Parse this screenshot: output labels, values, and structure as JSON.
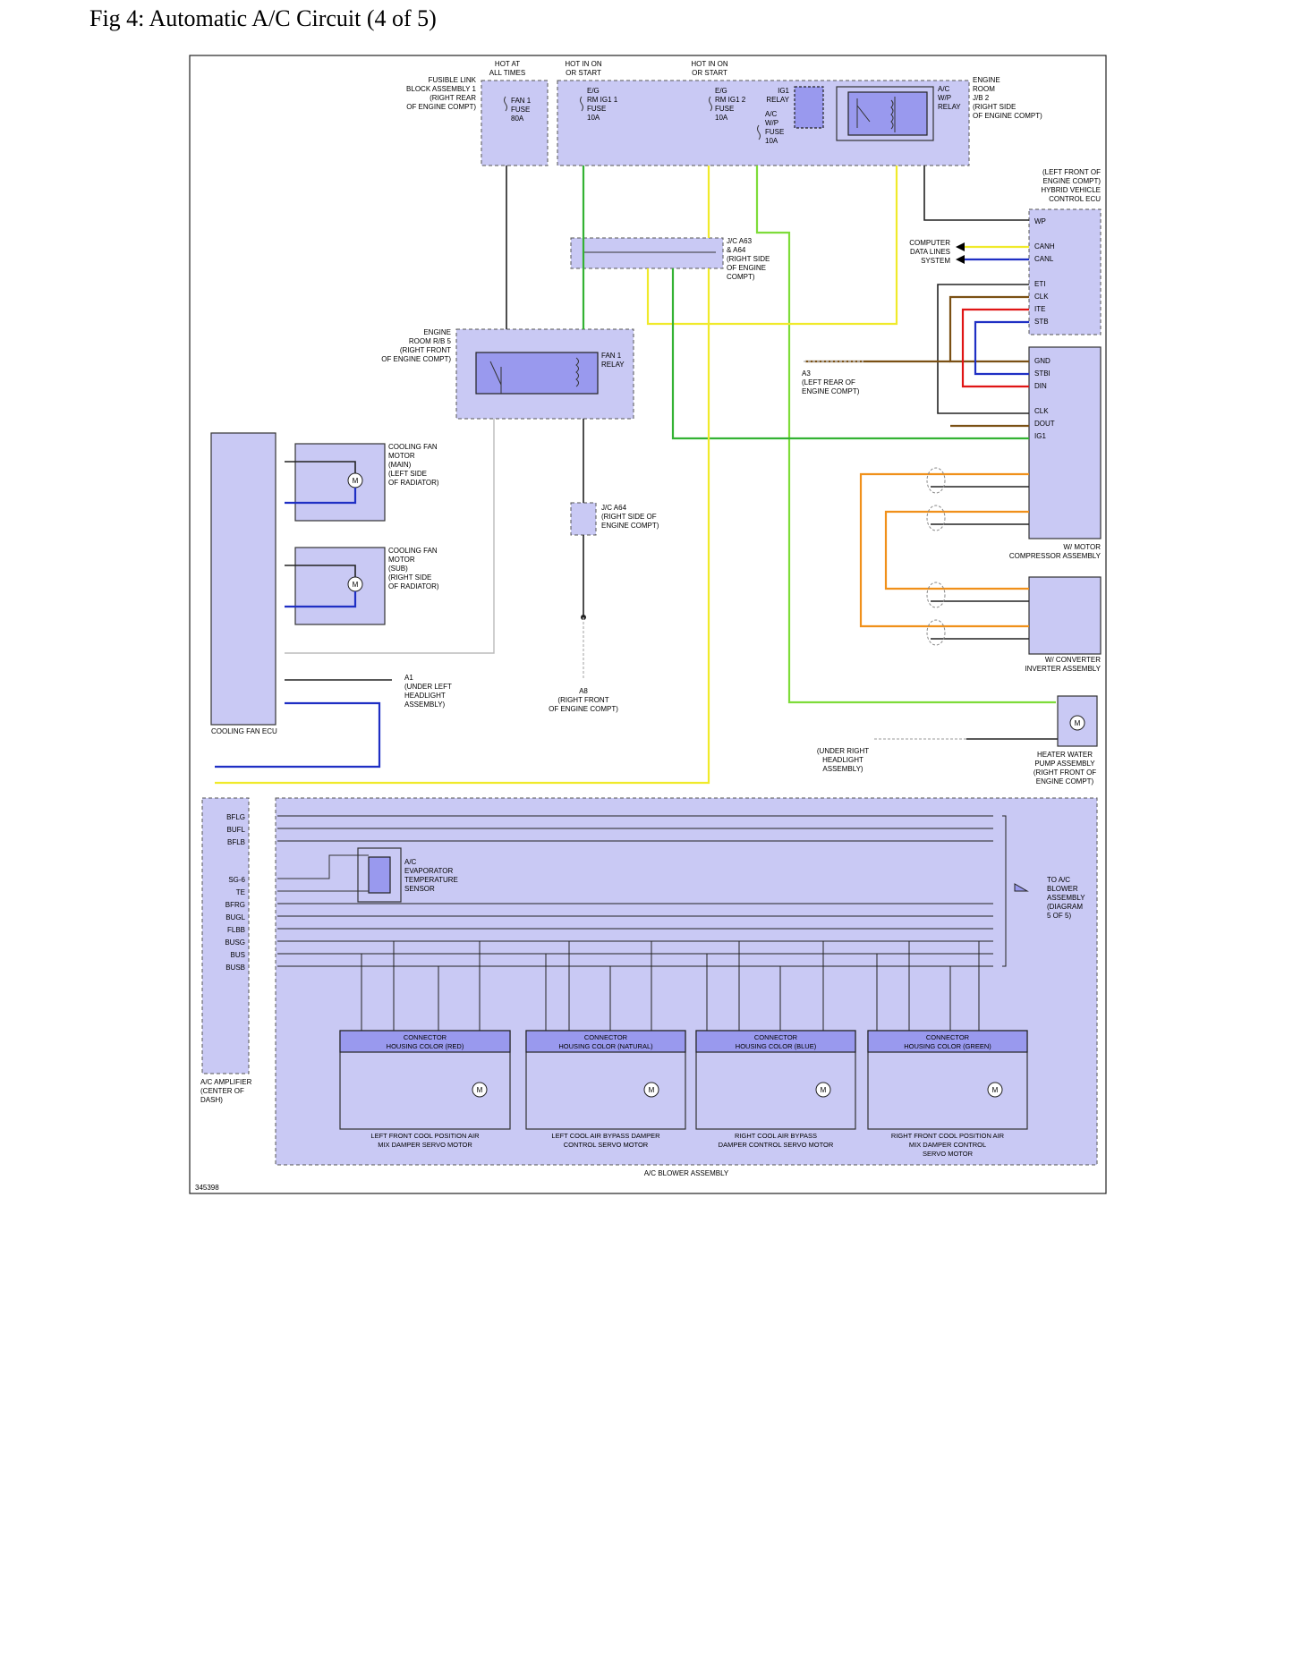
{
  "title": "Fig 4: Automatic A/C Circuit (4 of 5)",
  "diagram_id": "345398",
  "power": {
    "hot_always": [
      "HOT AT",
      "ALL TIMES"
    ],
    "hot_on_start": [
      "HOT IN ON",
      "OR START"
    ]
  },
  "fusible_link": [
    "FUSIBLE LINK",
    "BLOCK ASSEMBLY 1",
    "(RIGHT REAR",
    "OF ENGINE COMPT)"
  ],
  "fan1_fuse": [
    "FAN 1",
    "FUSE",
    "80A"
  ],
  "eg_rm_ig1_1": [
    "E/G",
    "RM IG1 1",
    "FUSE",
    "10A"
  ],
  "eg_rm_ig1_2": [
    "E/G",
    "RM IG1 2",
    "FUSE",
    "10A"
  ],
  "ac_wp_fuse": [
    "A/C",
    "W/P",
    "FUSE",
    "10A"
  ],
  "ig1_relay": [
    "IG1",
    "RELAY"
  ],
  "ac_wp_relay": [
    "A/C",
    "W/P",
    "RELAY"
  ],
  "jb2": [
    "ENGINE",
    "ROOM",
    "J/B 2",
    "(RIGHT SIDE",
    "OF ENGINE COMPT)"
  ],
  "hv_ecu": [
    "(LEFT FRONT OF",
    "ENGINE COMPT)",
    "HYBRID VEHICLE",
    "CONTROL ECU"
  ],
  "jc": [
    "J/C A63",
    "& A64",
    "(RIGHT SIDE",
    "OF ENGINE",
    "COMPT)"
  ],
  "jc_a64": [
    "J/C A64",
    "(RIGHT SIDE OF",
    "ENGINE COMPT)"
  ],
  "rb5": [
    "ENGINE",
    "ROOM R/B 5",
    "(RIGHT FRONT",
    "OF ENGINE COMPT)"
  ],
  "fan1_relay": [
    "FAN 1",
    "RELAY"
  ],
  "comp_data": [
    "COMPUTER",
    "DATA LINES",
    "SYSTEM"
  ],
  "motor_main": [
    "COOLING FAN",
    "MOTOR",
    "(MAIN)",
    "(LEFT SIDE",
    "OF RADIATOR)"
  ],
  "motor_sub": [
    "COOLING FAN",
    "MOTOR",
    "(SUB)",
    "(RIGHT SIDE",
    "OF RADIATOR)"
  ],
  "cooling_fan_ecu": "COOLING FAN ECU",
  "ground_a1": [
    "A1",
    "(UNDER LEFT",
    "HEADLIGHT",
    "ASSEMBLY)"
  ],
  "ground_a8": [
    "A8",
    "(RIGHT FRONT",
    "OF ENGINE COMPT)"
  ],
  "ground_a3": [
    "A3",
    "(LEFT REAR OF",
    "ENGINE COMPT)"
  ],
  "ground_a9": [
    "(UNDER RIGHT",
    "HEADLIGHT",
    "ASSEMBLY)"
  ],
  "compressor": [
    "W/ MOTOR",
    "COMPRESSOR ASSEMBLY"
  ],
  "inverter": [
    "W/ CONVERTER",
    "INVERTER ASSEMBLY"
  ],
  "water_pump": [
    "HEATER WATER",
    "PUMP ASSEMBLY",
    "(RIGHT FRONT OF",
    "ENGINE COMPT)"
  ],
  "ac_amp": [
    "A/C AMPLIFIER",
    "(CENTER OF",
    "DASH)"
  ],
  "evap_sensor": [
    "A/C",
    "EVAPORATOR",
    "TEMPERATURE",
    "SENSOR"
  ],
  "to_blower": [
    "TO A/C",
    "BLOWER",
    "ASSEMBLY",
    "(DIAGRAM",
    "5 OF 5)"
  ],
  "blower_assembly": "A/C BLOWER ASSEMBLY",
  "amp_pins": [
    "BFLG",
    "BUFL",
    "BFLB",
    "",
    "",
    "SG-6",
    "TE",
    "BFRG",
    "BUGL",
    "FLBB",
    "BUSG",
    "BUS",
    "BUSB"
  ],
  "servo_motors": [
    {
      "housing": [
        "CONNECTOR",
        "HOUSING COLOR (RED)"
      ],
      "name": [
        "LEFT FRONT COOL POSITION AIR",
        "MIX DAMPER SERVO MOTOR"
      ]
    },
    {
      "housing": [
        "CONNECTOR",
        "HOUSING COLOR (NATURAL)"
      ],
      "name": [
        "LEFT COOL AIR BYPASS DAMPER",
        "CONTROL SERVO MOTOR"
      ]
    },
    {
      "housing": [
        "CONNECTOR",
        "HOUSING COLOR (BLUE)"
      ],
      "name": [
        "RIGHT COOL AIR BYPASS",
        "DAMPER CONTROL SERVO MOTOR"
      ]
    },
    {
      "housing": [
        "CONNECTOR",
        "HOUSING COLOR (GREEN)"
      ],
      "name": [
        "RIGHT FRONT COOL POSITION AIR",
        "MIX DAMPER CONTROL",
        "SERVO MOTOR"
      ]
    }
  ],
  "hv_pins_top": [
    "WP",
    "CANH",
    "CANL",
    "ETI",
    "CLK",
    "ITE",
    "STB"
  ],
  "hv_pins_bottom": [
    "GND",
    "STBI",
    "DIN",
    "",
    "CLK",
    "DOUT",
    "IG1"
  ],
  "colors": {
    "component_fill": "#c9c9f4",
    "component_dark": "#9999ee",
    "wire_green": "#33b233",
    "wire_yellow": "#f0ea2a",
    "wire_blue": "#1f2fc4",
    "wire_red": "#e01515",
    "wire_brown": "#7a5014",
    "wire_orange": "#f0901a",
    "wire_light_green": "#7edc3a"
  }
}
